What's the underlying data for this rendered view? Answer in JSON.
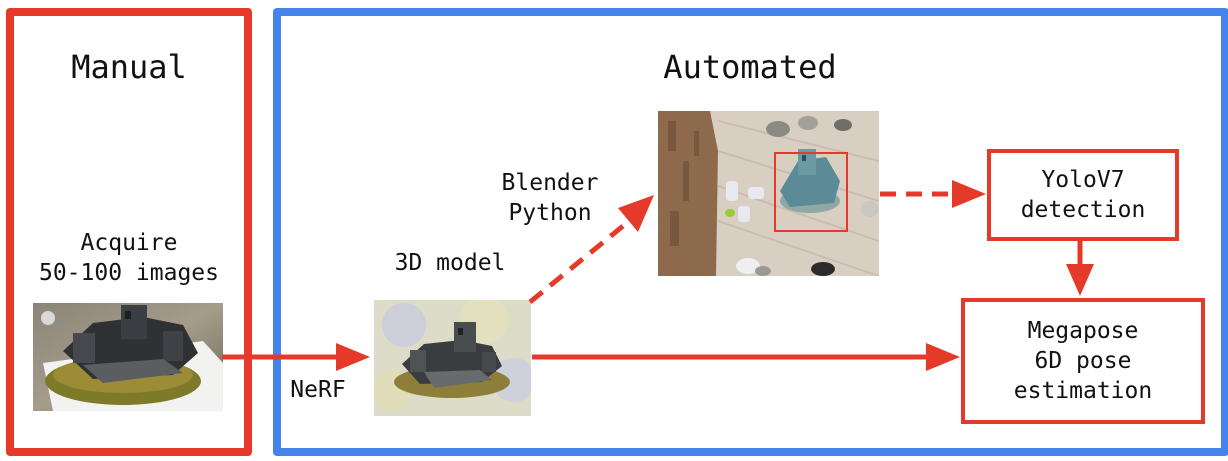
{
  "manual": {
    "title": "Manual",
    "acquire_line1": "Acquire",
    "acquire_line2": "50-100 images"
  },
  "automated": {
    "title": "Automated"
  },
  "labels": {
    "model3d": "3D model",
    "nerf": "NeRF",
    "blender_line1": "Blender",
    "blender_line2": "Python"
  },
  "boxes": {
    "yolo_line1": "YoloV7",
    "yolo_line2": "detection",
    "megapose_line1": "Megapose",
    "megapose_line2": "6D pose",
    "megapose_line3": "estimation"
  },
  "colors": {
    "manual_border": "#e5392a",
    "automated_border": "#4383ea",
    "arrow": "#e5392a"
  }
}
